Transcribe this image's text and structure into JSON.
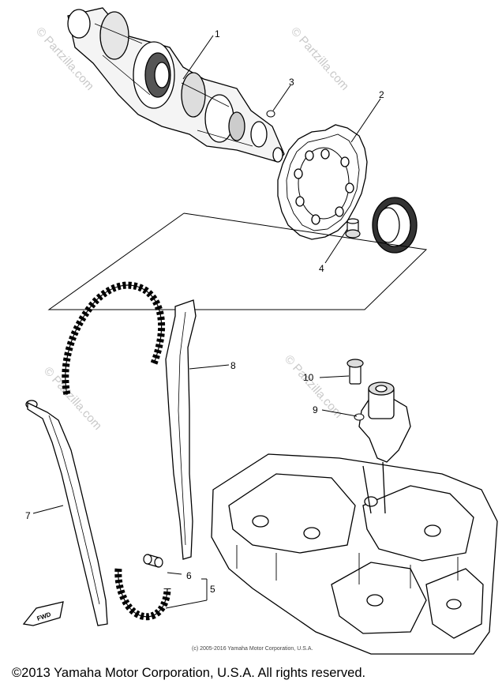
{
  "watermark": {
    "text": "© Partzilla.com",
    "color": "#c9c9c9"
  },
  "callouts": [
    "1",
    "2",
    "3",
    "4",
    "5",
    "6",
    "7",
    "8",
    "9",
    "10"
  ],
  "fwd_label": "FWD",
  "copyright_small": "(c) 2005-2016 Yamaha Motor Corporation, U.S.A.",
  "copyright_main": "©2013 Yamaha Motor Corporation, U.S.A. All rights reserved."
}
